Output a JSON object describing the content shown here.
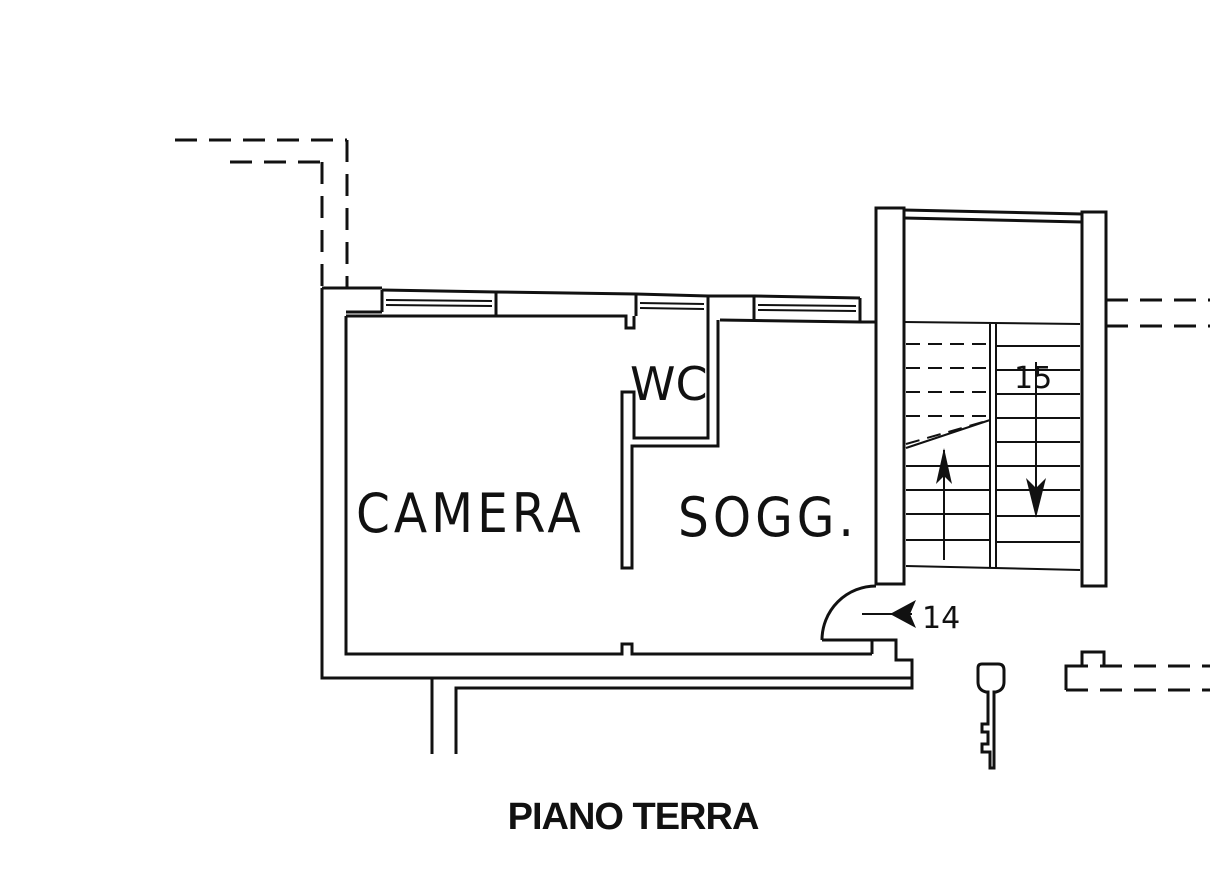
{
  "rooms": {
    "camera": "CAMERA",
    "soggiorno": "SOGG.",
    "wc": "WC"
  },
  "stairs": {
    "down_steps": "15",
    "entry_steps": "14"
  },
  "title": "PIANO TERRA"
}
